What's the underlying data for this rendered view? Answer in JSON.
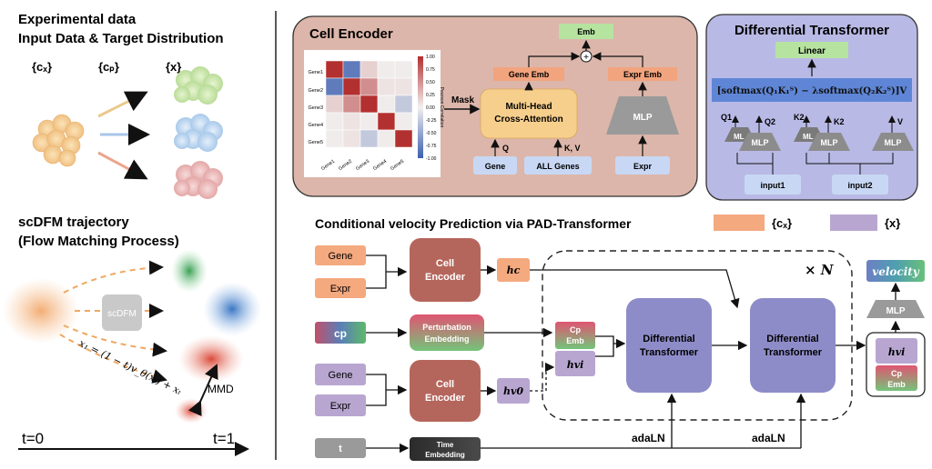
{
  "left": {
    "title1": "Experimental  data",
    "title2": "Input Data & Target Distribution",
    "label_cx": "{cₓ}",
    "label_cp": "{cₚ}",
    "label_x": "{x}",
    "title3": "scDFM trajectory",
    "title4": "(Flow Matching Process)",
    "scdfm_box": "scDFM",
    "mmd": "MMD",
    "formula": "x₁ = (1 − t)v_θ(xₜ) + xₜ",
    "t0": "t=0",
    "t1": "t=1"
  },
  "cell_encoder": {
    "title": "Cell Encoder",
    "heatmap_rows": [
      "Gene1",
      "Gene2",
      "Gene3",
      "Gene4",
      "Gene5"
    ],
    "heatmap_cols": [
      "Gene1",
      "Gene2",
      "Gene3",
      "Gene4",
      "Gene5"
    ],
    "colorbar_ticks": [
      "1.00",
      "0.75",
      "0.50",
      "0.25",
      "0.00",
      "-0.25",
      "-0.50",
      "-0.75",
      "-1.00"
    ],
    "colorbar_label": "Pearson Correlation",
    "mask": "Mask",
    "attn_line1": "Multi-Head",
    "attn_line2": "Cross-Attention",
    "gene_emb": "Gene Emb",
    "expr_emb": "Expr Emb",
    "emb": "Emb",
    "plus": "+",
    "mlp": "MLP",
    "q": "Q",
    "kv": "K, V",
    "gene": "Gene",
    "all_genes": "ALL Genes",
    "expr": "Expr"
  },
  "diff_transformer": {
    "title": "Differential Transformer",
    "linear": "Linear",
    "formula": "[softmax(Q₁K₁ᵀ) − λsoftmax(Q₂K₂ᵀ)]V",
    "q1": "Q1",
    "q2": "Q2",
    "k2a": "K2",
    "k2b": "K2",
    "v": "V",
    "mlp": "MLP",
    "ml": "ML",
    "input1": "input1",
    "input2": "input2"
  },
  "pad": {
    "title": "Conditional velocity Prediction via PAD-Transformer",
    "legend_cx": "{cₓ}",
    "legend_x": "{x}",
    "gene": "Gene",
    "expr": "Expr",
    "cell_encoder_l1": "Cell",
    "cell_encoder_l2": "Encoder",
    "hc": "hc",
    "cp": "cp",
    "pert_l1": "Perturbation",
    "pert_l2": "Embedding",
    "cp_emb_l1": "Cp",
    "cp_emb_l2": "Emb",
    "hvi": "hvi",
    "hv0": "hv0",
    "dt_l1": "Differential",
    "dt_l2": "Transformer",
    "times_n": "× N",
    "velocity": "velocity",
    "mlp": "MLP",
    "t": "t",
    "time_l1": "Time",
    "time_l2": "Embedding",
    "adaln1": "adaLN",
    "adaln2": "adaLN"
  },
  "chart_data": {
    "type": "heatmap",
    "rows": [
      "Gene1",
      "Gene2",
      "Gene3",
      "Gene4",
      "Gene5"
    ],
    "cols": [
      "Gene1",
      "Gene2",
      "Gene3",
      "Gene4",
      "Gene5"
    ],
    "values": [
      [
        1.0,
        -0.8,
        0.15,
        0.0,
        0.0
      ],
      [
        -0.8,
        1.0,
        0.5,
        0.05,
        0.05
      ],
      [
        0.15,
        0.5,
        1.0,
        0.0,
        -0.25
      ],
      [
        0.0,
        0.05,
        0.0,
        1.0,
        0.0
      ],
      [
        0.0,
        0.05,
        -0.25,
        0.0,
        1.0
      ]
    ],
    "colorbar_label": "Pearson Correlation",
    "vmin": -1,
    "vmax": 1
  },
  "colors": {
    "orange": "#f4a97f",
    "purple": "#b8a6d1",
    "encoder_bg": "#dcb6aa",
    "dt_panel": "#b9b9e6",
    "brick": "#b5665c",
    "dt_block": "#8e8cc8",
    "blue_box": "#c8d8f4",
    "green": "#b6e3a0"
  }
}
